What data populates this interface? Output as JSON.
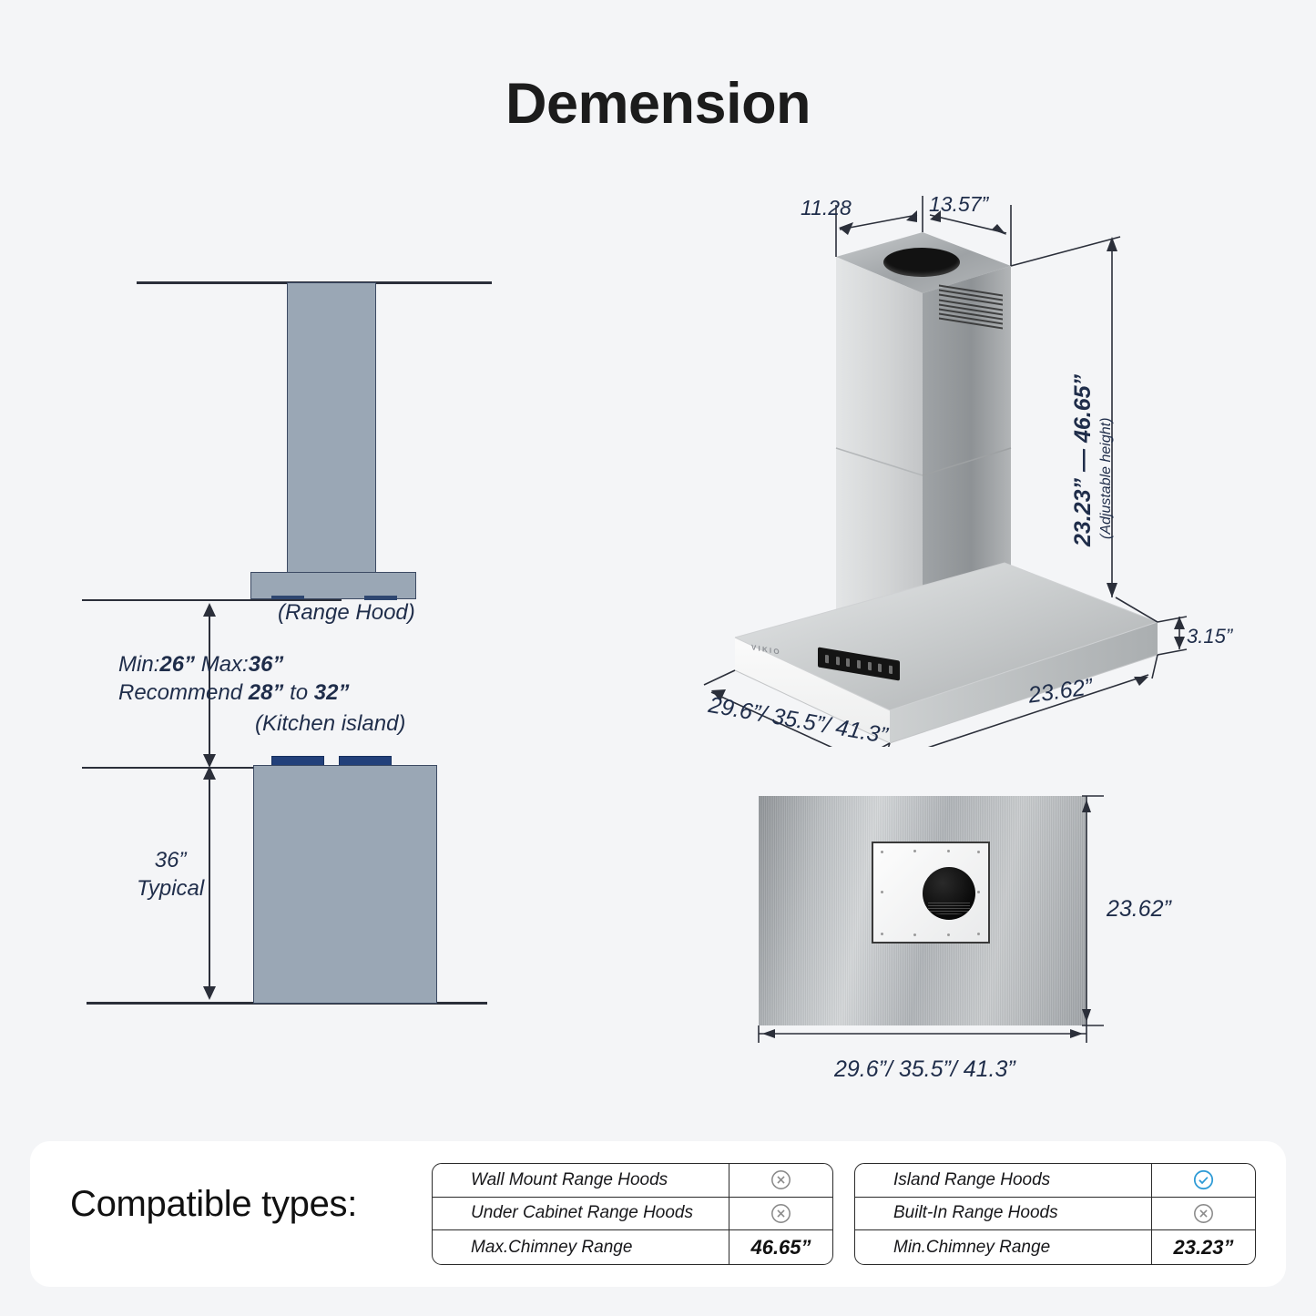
{
  "page": {
    "title": "Demension",
    "background_color": "#f4f5f7",
    "dimension_text_color": "#1f2d4a"
  },
  "clearance_diagram": {
    "ceiling_label": "",
    "hood_label": "(Range Hood)",
    "island_label": "(Kitchen island)",
    "clearance_line_1": "Min:26” Max:36”",
    "clearance_line_1_parts": {
      "min_prefix": "Min:",
      "min_value": "26”",
      "max_prefix": " Max:",
      "max_value": "36”"
    },
    "clearance_line_2_parts": {
      "prefix": "Recommend ",
      "from_value": "28”",
      "middle": " to ",
      "to_value": "32”"
    },
    "island_height_value": "36”",
    "island_height_note": "Typical"
  },
  "hood_render": {
    "top_left_dim": "11.28",
    "top_right_dim": "13.57”",
    "height_dim": "23.23” — 46.65”",
    "height_note": "(Adjustable height)",
    "width_dim": "29.6”/ 35.5”/ 41.3”",
    "depth_dim": "23.62”",
    "canopy_height_dim": "3.15”",
    "brand_mark": "VIKIO"
  },
  "bottom_view": {
    "width_dim": "29.6”/ 35.5”/ 41.3”",
    "height_dim": "23.62”"
  },
  "compatible": {
    "heading": "Compatible types:",
    "check_color": "#2e9bd6",
    "cross_color": "#8a8a8a",
    "tables": [
      {
        "rows": [
          {
            "label": "Wall Mount Range Hoods",
            "value": "",
            "mark": "cross"
          },
          {
            "label": "Under Cabinet Range Hoods",
            "value": "",
            "mark": "cross"
          },
          {
            "label": "Max.Chimney Range",
            "value": "46.65”",
            "mark": ""
          }
        ]
      },
      {
        "rows": [
          {
            "label": "Island Range Hoods",
            "value": "",
            "mark": "check"
          },
          {
            "label": "Built-In Range Hoods",
            "value": "",
            "mark": "cross"
          },
          {
            "label": "Min.Chimney Range",
            "value": "23.23”",
            "mark": ""
          }
        ]
      }
    ]
  }
}
